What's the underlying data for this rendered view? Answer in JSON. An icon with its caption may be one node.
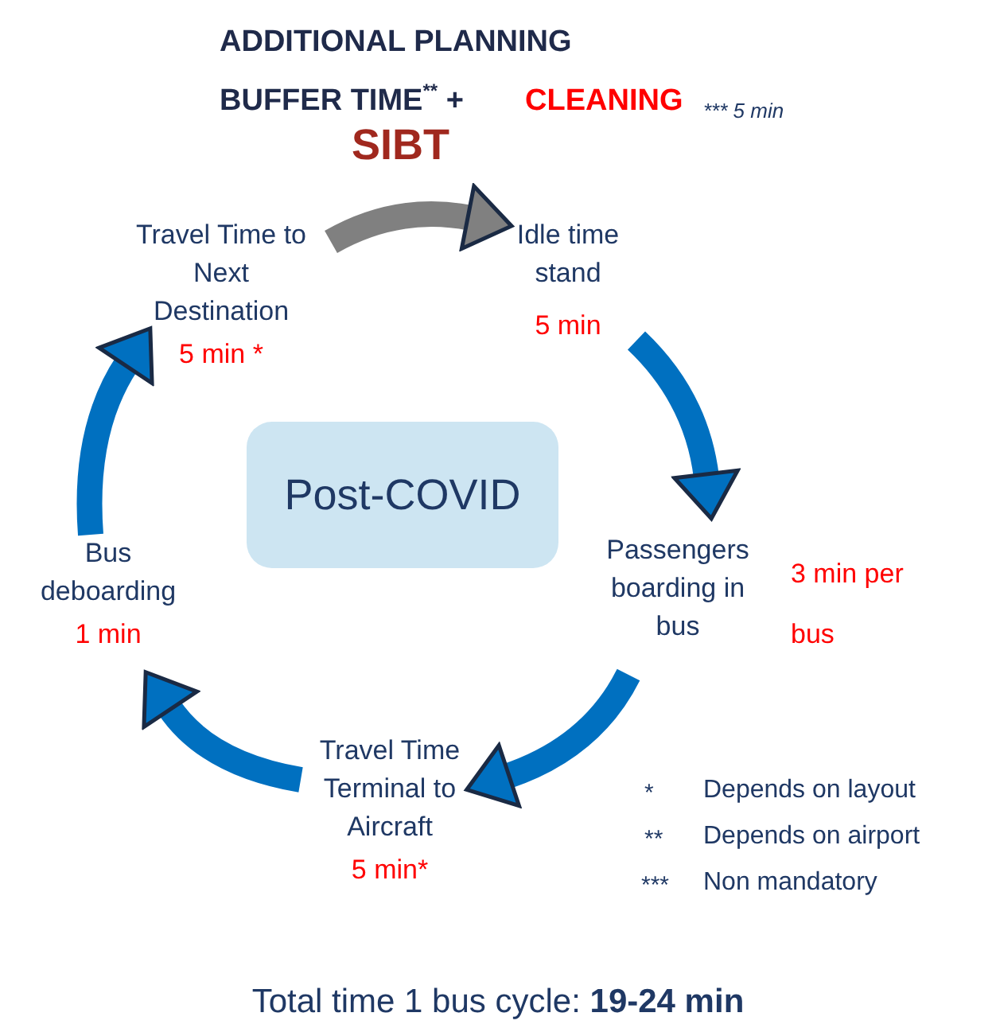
{
  "diagram": {
    "title": "ADDITIONAL PLANNING BUFFER TIME$^{**}$ +",
    "nodes": [
      {
        "text": [
          "Post-COVID"
        ]
      },
      {
        "text": [
          "Travel Time to Next Destination",
          "5 min *"
        ]
      },
      {
        "text": [
          "Idle time stand",
          "5 min"
        ]
      },
      {
        "text": [
          "Passengers boarding in bus"
        ],
        "beside": [
          "3 min per bus"
        ]
      },
      {
        "text": [
          "Travel Time Terminal to Aircraft",
          "5 min*"
        ]
      },
      {
        "text": [
          "Bus deboarding",
          "1 min"
        ]
      }
    ],
    "edges": [
      {
        "from": 1,
        "to": 2,
        "arrow": "to",
        "color": "#808080"
      },
      {
        "from": 2,
        "to": 3,
        "arrow": "to"
      },
      {
        "from": 3,
        "to": 4,
        "arrow": "to"
      },
      {
        "from": 4,
        "to": 5,
        "arrow": "to"
      },
      {
        "from": 5,
        "to": 1,
        "arrow": "to"
      }
    ],
    "labels": [
      "CLEANING",
      "*** 5 min",
      "SIBT",
      "*",
      "Depends on layout",
      "**",
      "Depends on airport",
      "***",
      "Non mandatory"
    ],
    "caption": "Total time 1 bus cycle: **19-24 min**"
  }
}
